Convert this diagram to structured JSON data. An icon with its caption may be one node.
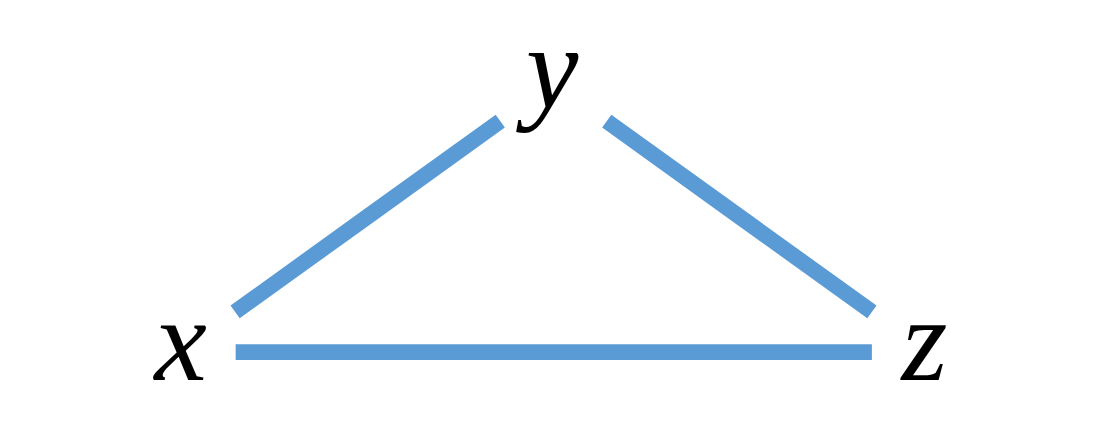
{
  "diagram": {
    "nodes": [
      {
        "text": [
          "y"
        ]
      },
      {
        "text": [
          "x"
        ]
      },
      {
        "text": [
          "z"
        ]
      }
    ],
    "edges": [
      {
        "from": 1,
        "to": 0,
        "arrow": "none"
      },
      {
        "from": 0,
        "to": 2,
        "arrow": "none"
      },
      {
        "from": 1,
        "to": 2,
        "arrow": "none"
      }
    ]
  }
}
